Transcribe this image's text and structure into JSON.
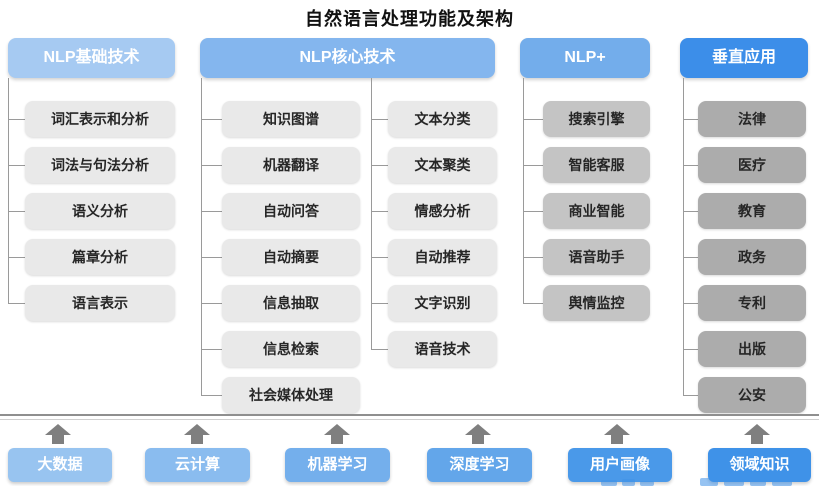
{
  "title": "自然语言处理功能及架构",
  "columns": [
    {
      "header": "NLP基础技术",
      "header_color": "#A6CAF2",
      "items": [
        "词汇表示和分析",
        "词法与句法分析",
        "语义分析",
        "篇章分析",
        "语言表示"
      ]
    },
    {
      "header": "NLP核心技术",
      "header_color": "#84B6EE",
      "items_left": [
        "知识图谱",
        "机器翻译",
        "自动问答",
        "自动摘要",
        "信息抽取",
        "信息检索",
        "社会媒体处理"
      ],
      "items_right": [
        "文本分类",
        "文本聚类",
        "情感分析",
        "自动推荐",
        "文字识别",
        "语音技术"
      ]
    },
    {
      "header": "NLP+",
      "header_color": "#73ADEB",
      "items": [
        "搜索引擎",
        "智能客服",
        "商业智能",
        "语音助手",
        "舆情监控"
      ]
    },
    {
      "header": "垂直应用",
      "header_color": "#3C8EE9",
      "items": [
        "法律",
        "医疗",
        "教育",
        "政务",
        "专利",
        "出版",
        "公安"
      ]
    }
  ],
  "foundation": [
    {
      "label": "大数据",
      "color": "#98C4F0"
    },
    {
      "label": "云计算",
      "color": "#8ABCEF"
    },
    {
      "label": "机器学习",
      "color": "#74AFEC"
    },
    {
      "label": "深度学习",
      "color": "#63A6EA"
    },
    {
      "label": "用户画像",
      "color": "#4A99E9"
    },
    {
      "label": "领域知识",
      "color": "#3F92E8"
    }
  ],
  "colors": {
    "item_light_gray": "#E9E9E9",
    "item_mid_gray": "#C4C4C4",
    "item_dark_gray": "#ACACAC",
    "connector_gray": "#9A9A9A",
    "arrow_gray": "#7F7F7F",
    "title_black": "#111111"
  }
}
